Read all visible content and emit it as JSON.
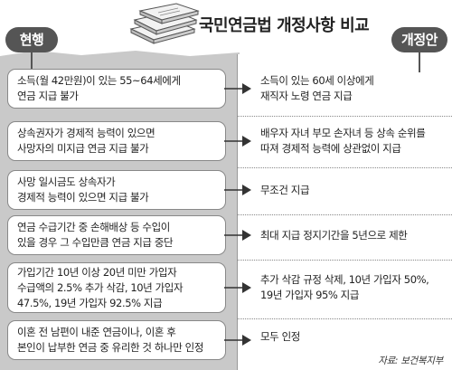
{
  "title": "국민연금법 개정사항 비교",
  "labels": {
    "current": "현행",
    "proposed": "개정안"
  },
  "rows": [
    {
      "current": [
        "소득(월 42만원)이 있는 55~64세에게",
        "연금 지급 불가"
      ],
      "proposed": [
        "소득이 있는 60세 이상에게",
        "재직자 노령 연금 지급"
      ]
    },
    {
      "current": [
        "상속권자가 경제적 능력이 있으면",
        "사망자의 미지급 연금 지급 불가"
      ],
      "proposed": [
        "배우자 자녀 부모 손자녀 등 상속 순위를",
        "따져 경제적 능력에 상관없이 지급"
      ]
    },
    {
      "current": [
        "사망 일시금도 상속자가",
        "경제적 능력이 있으면 지급 불가"
      ],
      "proposed": [
        "무조건 지급"
      ]
    },
    {
      "current": [
        "연금 수급기간 중 손해배상 등 수입이",
        "있을 경우 그 수입만큼 연금 지급 중단"
      ],
      "proposed": [
        "최대 지급 정지기간을 5년으로 제한"
      ]
    },
    {
      "current": [
        "가입기간 10년 이상 20년 미만 가입자",
        "수급액의 2.5% 추가 삭감, 10년 가입자",
        "47.5%, 19년 가입자 92.5% 지급"
      ],
      "proposed": [
        "추가 삭감 규정 삭제, 10년 가입자 50%,",
        "19년 가입자 95% 지급"
      ]
    },
    {
      "current": [
        "이혼 전 남편이 내준 연금이나, 이혼 후",
        "본인이 납부한 연금 중 유리한 것 하나만 인정"
      ],
      "proposed": [
        "모두 인정"
      ]
    }
  ],
  "source": "자료: 보건복지부",
  "colors": {
    "panel": "#c9c9c9",
    "badge": "#555555",
    "border": "#888888"
  },
  "icons": {
    "header": "money-stack-icon",
    "connector": "arrow-right-icon"
  }
}
